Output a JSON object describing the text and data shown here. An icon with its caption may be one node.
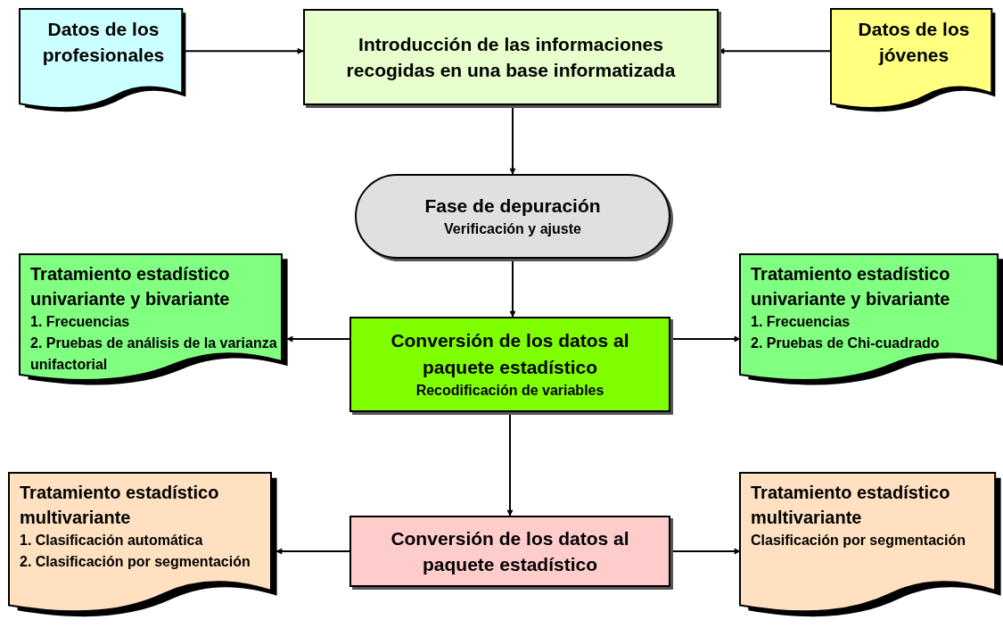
{
  "diagram": {
    "nodes": [
      {
        "text": [
          "Datos de los profesionales"
        ]
      },
      {
        "text": [
          "Introducción de las informaciones recogidas en una base informatizada"
        ]
      },
      {
        "text": [
          "Datos de los jóvenes"
        ]
      },
      {
        "text": [
          "Fase de depuración",
          "Verificación y ajuste"
        ]
      },
      {
        "text": [
          "Tratamiento estadístico univariante y bivariante",
          "1. Frecuencias",
          "2. Pruebas de análisis de la varianza unifactorial"
        ]
      },
      {
        "text": [
          "Conversión de los datos al paquete estadístico",
          "Recodificación de variables"
        ]
      },
      {
        "text": [
          "Tratamiento estadístico univariante y bivariante",
          "1. Frecuencias",
          "2. Pruebas de Chi-cuadrado"
        ]
      },
      {
        "text": [
          "Tratamiento estadístico multivariante",
          "1. Clasificación automática",
          "2. Clasificación por segmentación"
        ]
      },
      {
        "text": [
          "Conversión de los datos al paquete estadístico"
        ]
      },
      {
        "text": [
          "Tratamiento estadístico multivariante",
          "Clasificación por segmentación"
        ]
      }
    ],
    "edges": [
      {
        "from": 0,
        "to": 1,
        "arrow": "to"
      },
      {
        "from": 2,
        "to": 1,
        "arrow": "to"
      },
      {
        "from": 1,
        "to": 3,
        "arrow": "to"
      },
      {
        "from": 3,
        "to": 5,
        "arrow": "to"
      },
      {
        "from": 5,
        "to": 4,
        "arrow": "to"
      },
      {
        "from": 5,
        "to": 6,
        "arrow": "to"
      },
      {
        "from": 5,
        "to": 8,
        "arrow": "to"
      },
      {
        "from": 8,
        "to": 7,
        "arrow": "to"
      },
      {
        "from": 8,
        "to": 9,
        "arrow": "to"
      }
    ]
  }
}
